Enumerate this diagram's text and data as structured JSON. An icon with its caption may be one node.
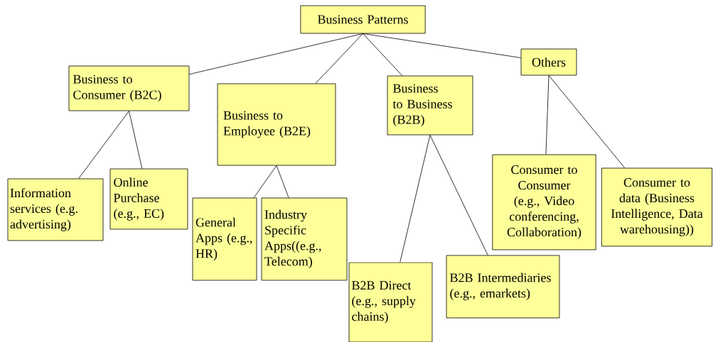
{
  "diagram": {
    "nodes": [
      {
        "text": [
          "Business Patterns"
        ]
      },
      {
        "text": [
          "Business to Consumer (B2C)"
        ]
      },
      {
        "text": [
          "Business to Employee (B2E)"
        ]
      },
      {
        "text": [
          "Business to Business (B2B)"
        ]
      },
      {
        "text": [
          "Others"
        ]
      },
      {
        "text": [
          "Information services (e.g. advertising)"
        ]
      },
      {
        "text": [
          "Online Purchase (e.g., EC)"
        ]
      },
      {
        "text": [
          "General Apps (e.g., HR)"
        ]
      },
      {
        "text": [
          "Industry Specific Apps((e.g., Telecom)"
        ]
      },
      {
        "text": [
          "B2B Direct (e.g., supply chains)"
        ]
      },
      {
        "text": [
          "B2B Intermediaries (e.g., emarkets)"
        ]
      },
      {
        "text": [
          "Consumer to Consumer (e.g., Video conferencing, Collaboration)"
        ]
      },
      {
        "text": [
          "Consumer to data (Business Intelligence, Data warehousing))"
        ]
      }
    ],
    "edges": [
      {
        "from": 0,
        "to": 1,
        "arrow": "none"
      },
      {
        "from": 0,
        "to": 2,
        "arrow": "none"
      },
      {
        "from": 0,
        "to": 3,
        "arrow": "none"
      },
      {
        "from": 0,
        "to": 4,
        "arrow": "none"
      },
      {
        "from": 1,
        "to": 5,
        "arrow": "none"
      },
      {
        "from": 1,
        "to": 6,
        "arrow": "none"
      },
      {
        "from": 2,
        "to": 7,
        "arrow": "none"
      },
      {
        "from": 2,
        "to": 8,
        "arrow": "none"
      },
      {
        "from": 3,
        "to": 9,
        "arrow": "none"
      },
      {
        "from": 3,
        "to": 10,
        "arrow": "none"
      },
      {
        "from": 4,
        "to": 11,
        "arrow": "none"
      },
      {
        "from": 4,
        "to": 12,
        "arrow": "none"
      }
    ]
  }
}
